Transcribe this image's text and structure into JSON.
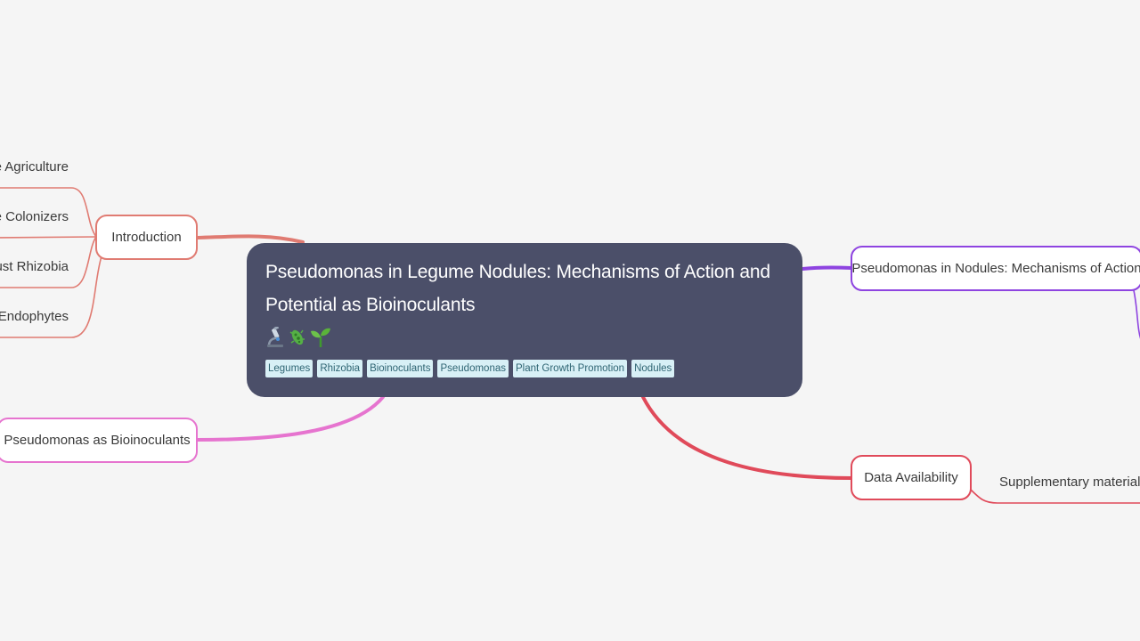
{
  "central": {
    "title_line1": "Pseudomonas in Legume Nodules: Mechanisms of Action and",
    "title_line2": "Potential as Bioinoculants",
    "emojis": [
      "microscope-icon",
      "microbe-icon",
      "seedling-icon"
    ],
    "tags": [
      "Legumes",
      "Rhizobia",
      "Bioinoculants",
      "Pseudomonas",
      "Plant Growth Promotion",
      "Nodules"
    ],
    "color": "#4b4f69"
  },
  "branches": {
    "introduction": {
      "label": "Introduction",
      "color": "#e07b72",
      "children": [
        "e Agriculture",
        "le Colonizers",
        "Just Rhizobia",
        "e Endophytes"
      ]
    },
    "bioinoculants": {
      "label": "Pseudomonas as Bioinoculants",
      "color": "#e674cf"
    },
    "mechanisms": {
      "label": "Pseudomonas in Nodules: Mechanisms of Action",
      "color": "#8e44e0"
    },
    "data_availability": {
      "label": "Data Availability",
      "color": "#e04a5a",
      "children": [
        "Supplementary materials a"
      ]
    }
  }
}
